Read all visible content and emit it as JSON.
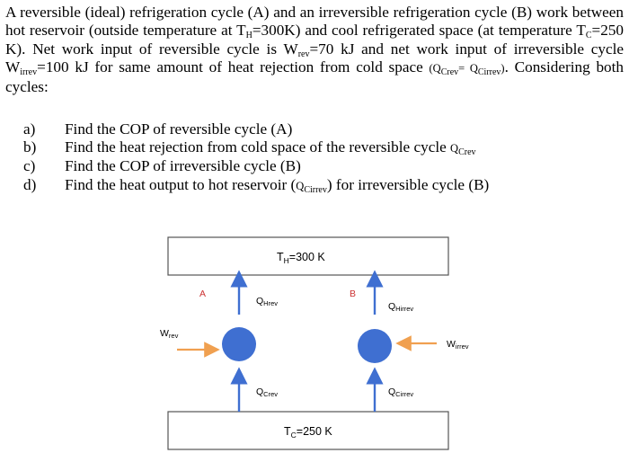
{
  "problem": {
    "part1": "A reversible (ideal) refrigeration cycle (A) and an irreversible refrigeration cycle (B) work between hot reservoir (outside temperature at T",
    "th_sub": "H",
    "part2": "=300K) and cool refrigerated space (at temperature T",
    "tc_sub": "C",
    "part3": "=250 K). Net work input of reversible cycle is W",
    "wrev_sub": "rev",
    "part4": "=70 kJ and net work input of irreversible cycle W",
    "wirrev_sub": "irrev",
    "part5": "=100 kJ for same amount of heat rejection from cold space ",
    "paren_open": "(Q",
    "qcrev_sub": "Crev",
    "paren_eq": "=",
    "paren_q2": "Q",
    "qcirrev_sub": "Cirrev",
    "paren_close": ")",
    "part6": ". Considering both cycles:"
  },
  "questions": [
    {
      "label": "a)",
      "text": "Find the COP of reversible cycle (A)",
      "sym": "",
      "sym_sub": "",
      "tail": ""
    },
    {
      "label": "b)",
      "text": "Find the heat rejection from cold space of the reversible cycle ",
      "sym": "Q",
      "sym_sub": "Crev",
      "tail": ""
    },
    {
      "label": "c)",
      "text": "Find the COP of irreversible cycle (B)",
      "sym": "",
      "sym_sub": "",
      "tail": ""
    },
    {
      "label": "d)",
      "text": "Find the heat output to hot reservoir (",
      "sym": "Q",
      "sym_sub": "Cirrev",
      "tail": ") for irreversible cycle (B)"
    }
  ],
  "diagram": {
    "hot_label": "T",
    "hot_sub": "H",
    "hot_value": "=300 K",
    "cold_label": "T",
    "cold_sub": "C",
    "cold_value": "=250 K",
    "cycle_a": "A",
    "cycle_b": "B",
    "q_hrev": "Q",
    "q_hrev_sub": "Hrev",
    "q_hirrev": "Q",
    "q_hirrev_sub": "Hirrev",
    "q_crev": "Q",
    "q_crev_sub": "Crev",
    "q_cirrev": "Q",
    "q_cirrev_sub": "Cirrev",
    "w_rev": "W",
    "w_rev_sub": "rev",
    "w_irrev": "W",
    "w_irrev_sub": "irrev"
  },
  "colors": {
    "circle": "#3f6fd1",
    "arrow_vertical": "#3f6fd1",
    "arrow_work": "#f0a050",
    "label_red": "#cc3333"
  }
}
